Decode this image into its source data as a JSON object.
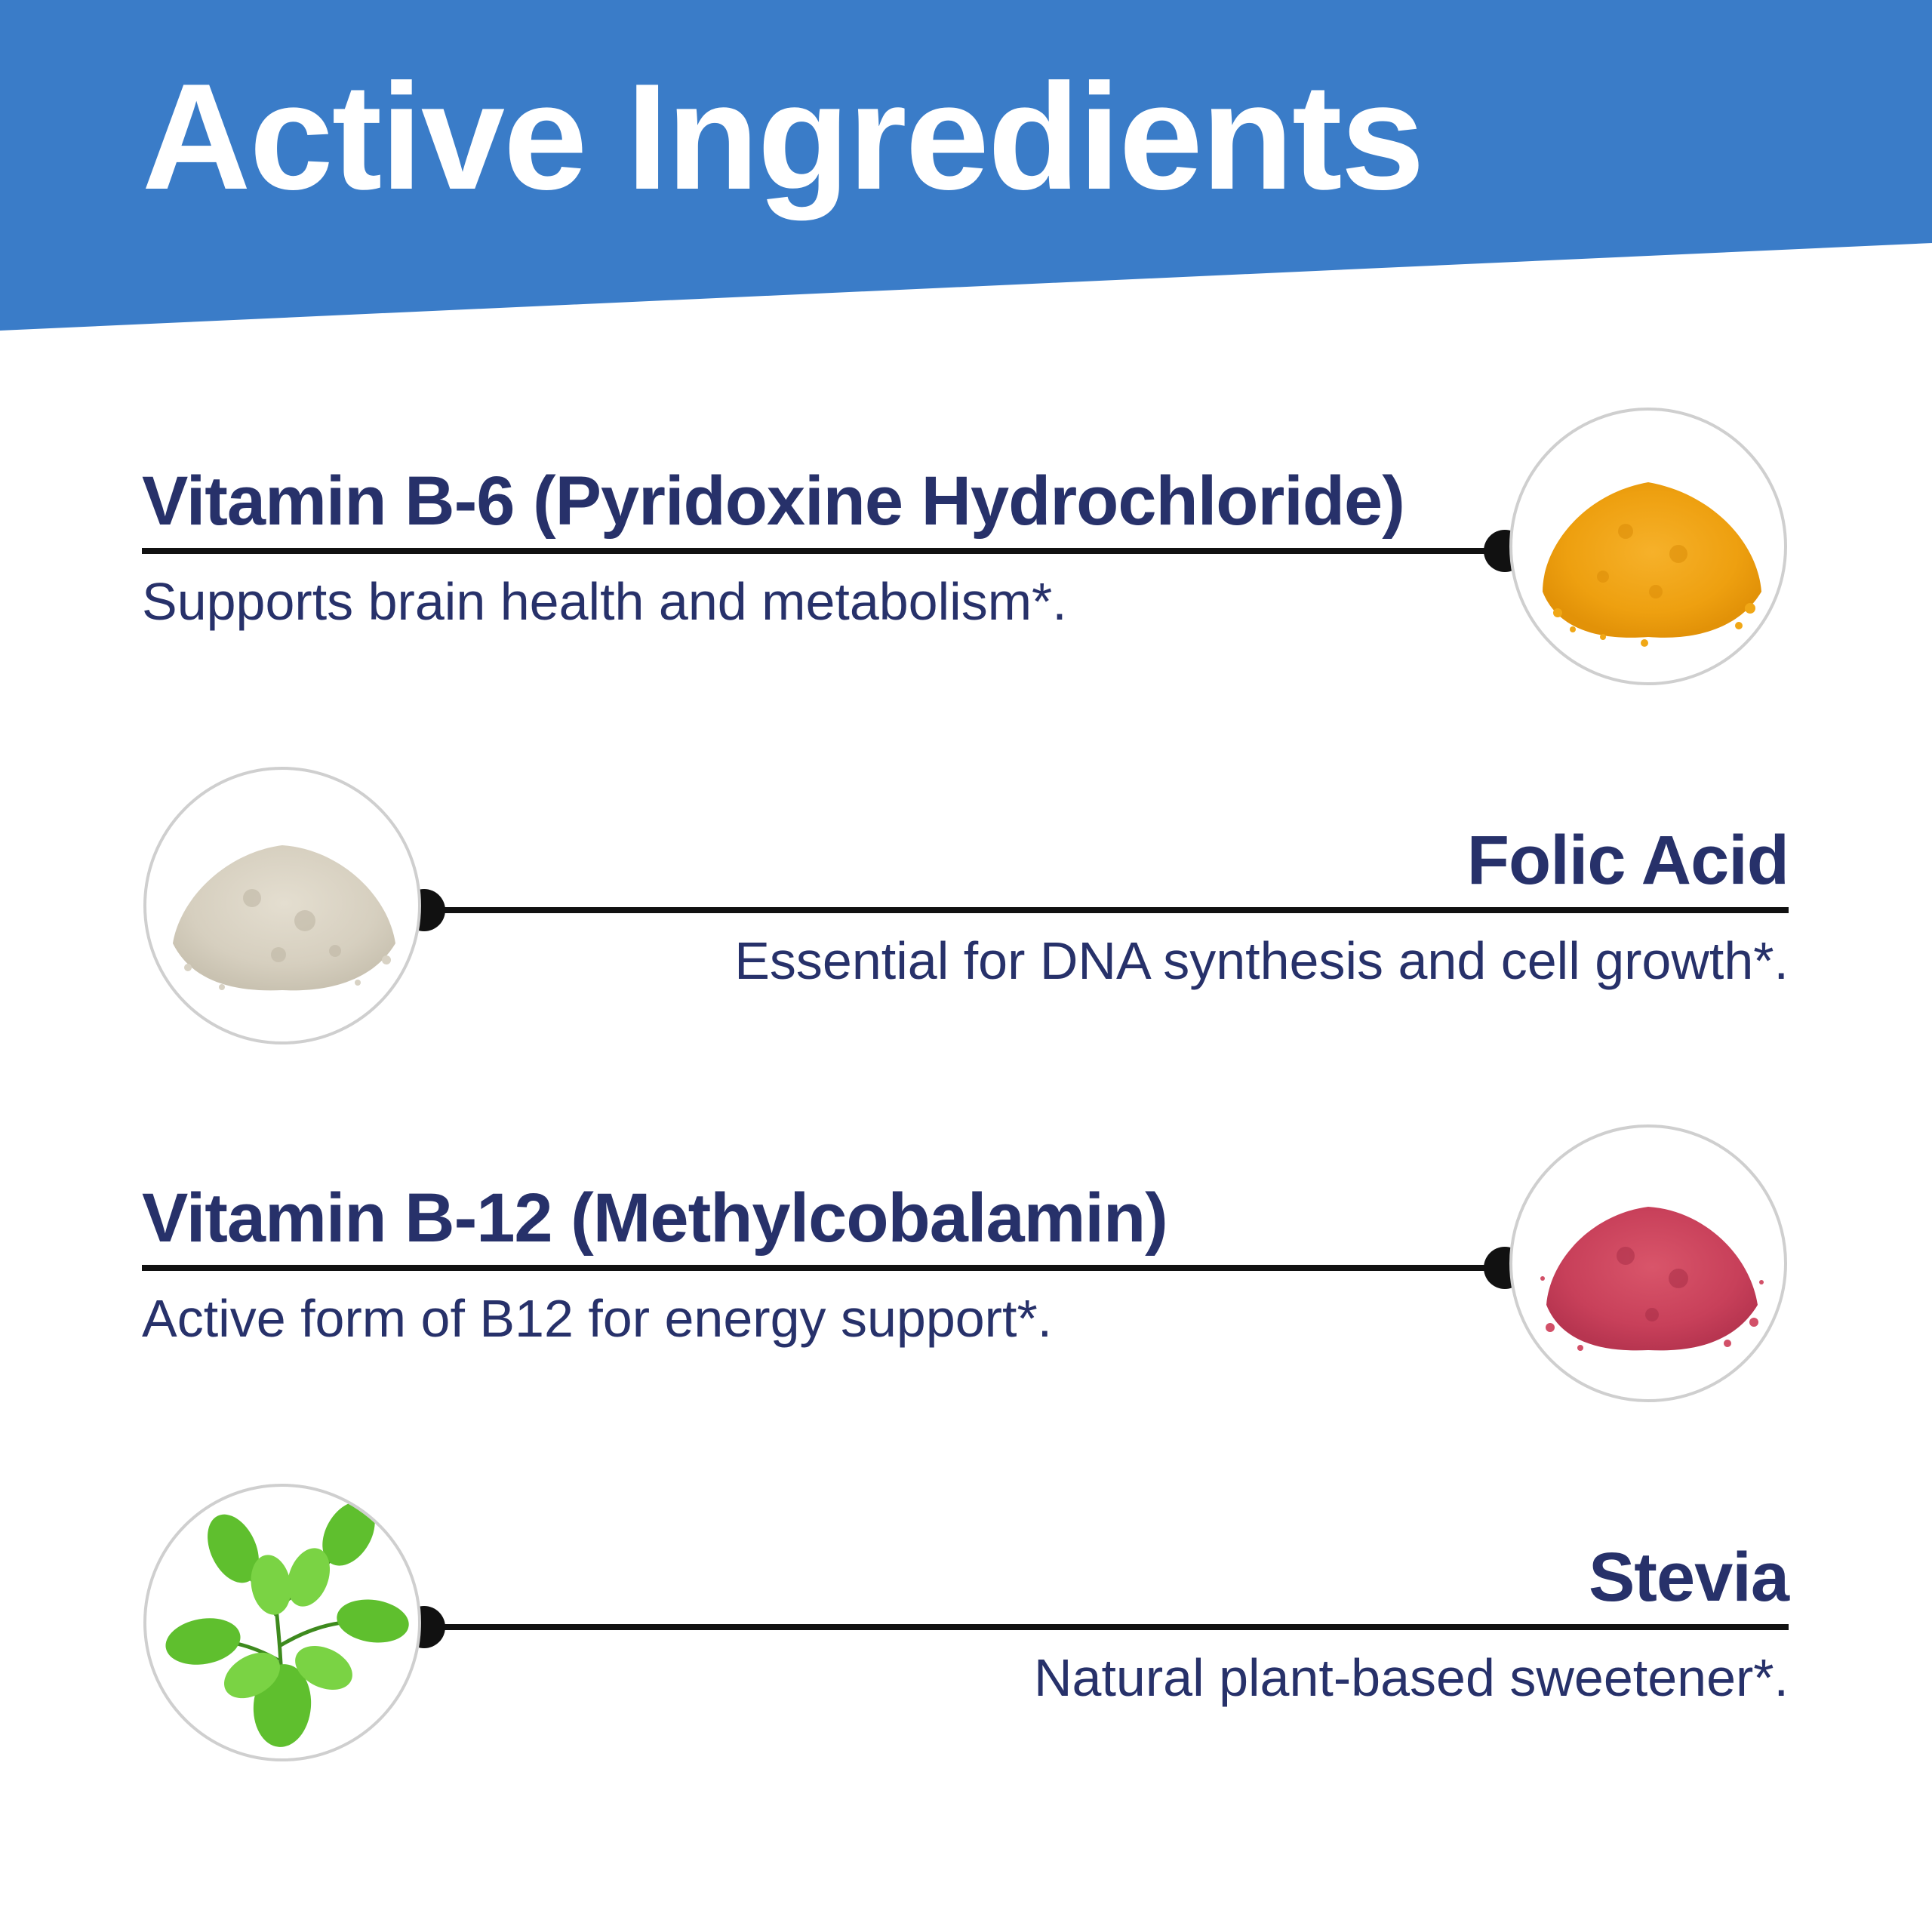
{
  "header": {
    "title": "Active Ingredients",
    "background_color": "#3a7cc8"
  },
  "ingredients": [
    {
      "name": "Vitamin B-6 (Pyridoxine Hydrochloride)",
      "description": "Supports brain health and metabolism*.",
      "image": "orange-powder-image",
      "image_side": "right"
    },
    {
      "name": "Folic Acid",
      "description": "Essential for DNA synthesis and cell growth*.",
      "image": "beige-powder-image",
      "image_side": "left"
    },
    {
      "name": "Vitamin B-12 (Methylcobalamin)",
      "description": "Active form of B12 for energy support*.",
      "image": "red-powder-image",
      "image_side": "right"
    },
    {
      "name": "Stevia",
      "description": "Natural plant-based sweetener*.",
      "image": "stevia-leaves-image",
      "image_side": "left"
    }
  ],
  "colors": {
    "text": "#27316a",
    "rule": "#111111",
    "circle_border": "#cfcfcf"
  }
}
